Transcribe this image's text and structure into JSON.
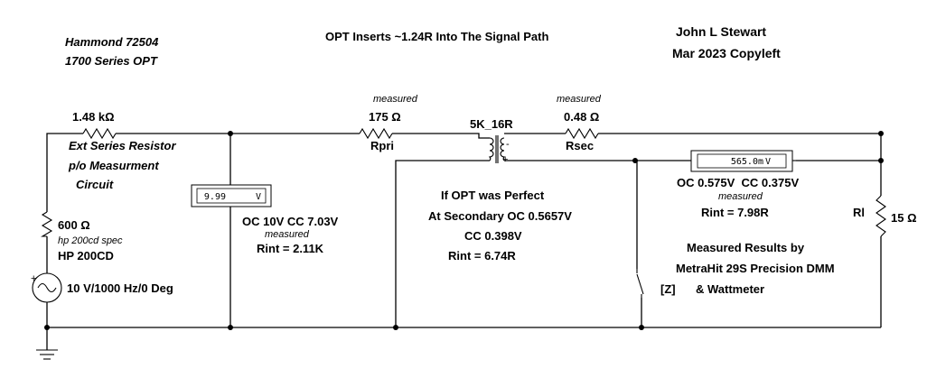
{
  "header": {
    "opt_model": "Hammond 72504",
    "opt_series": "1700 Series OPT",
    "title": "OPT Inserts ~1.24R Into The Signal Path",
    "author": "John L Stewart",
    "date_license": "Mar 2023 Copyleft"
  },
  "series_resistor": {
    "value": "1.48 kΩ",
    "desc1": "Ext Series Resistor",
    "desc2": "p/o Measurment",
    "desc3": "Circuit"
  },
  "source": {
    "r_value": "600 Ω",
    "r_note": "hp 200cd spec",
    "name": "HP 200CD",
    "params": "10 V/1000 Hz/0 Deg"
  },
  "primary_meter": {
    "reading": "9.99",
    "unit": "V",
    "oc_cc": "OC 10V CC 7.03V",
    "note": "measured",
    "rint": "Rint = 2.11K"
  },
  "rpri": {
    "note": "measured",
    "value": "175 Ω",
    "name": "Rpri"
  },
  "transformer": {
    "name": "5K_16R"
  },
  "rsec": {
    "note": "measured",
    "value": "0.48 Ω",
    "name": "Rsec"
  },
  "secondary_meter": {
    "reading": "565.0m",
    "unit": "V",
    "oc_cc": "OC 0.575V  CC 0.375V",
    "note": "measured",
    "rint": "Rint = 7.98R"
  },
  "perfect": {
    "line1": "If OPT was Perfect",
    "line2": "At Secondary OC 0.5657V",
    "line3": "CC 0.398V",
    "line4": "Rint = 6.74R"
  },
  "load": {
    "name": "Rl",
    "value": "15 Ω"
  },
  "results": {
    "line1": "Measured Results by",
    "line2": "MetraHit 29S Precision DMM",
    "line3": "& Wattmeter"
  },
  "switch": {
    "key": "Z"
  }
}
